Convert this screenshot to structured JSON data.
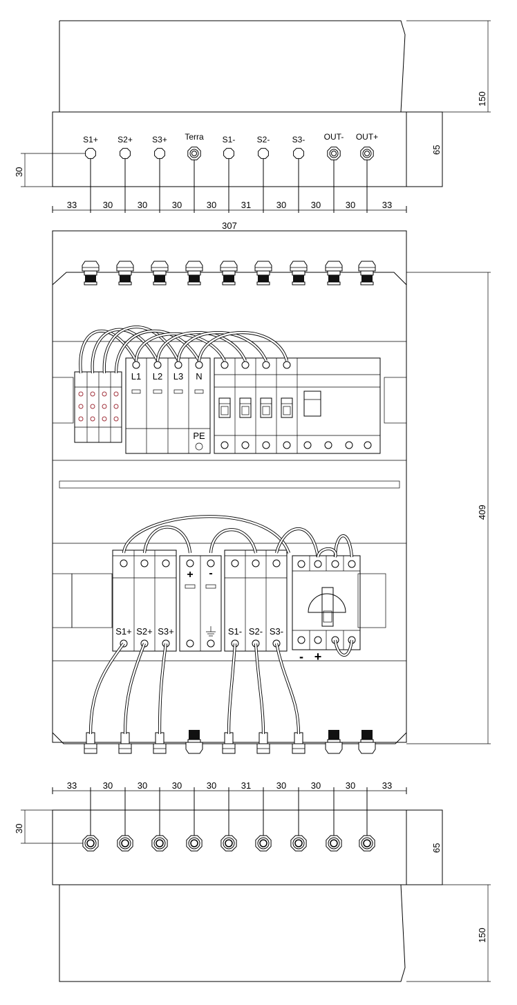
{
  "top_view": {
    "labels": [
      "S1+",
      "S2+",
      "S3+",
      "Terra",
      "S1-",
      "S2-",
      "S3-",
      "OUT-",
      "OUT+"
    ],
    "spacings": [
      "33",
      "30",
      "30",
      "30",
      "30",
      "31",
      "30",
      "30",
      "30",
      "33"
    ],
    "dim_total_height": "150",
    "dim_plate_height": "65",
    "dim_offset": "30",
    "dim_width": "307"
  },
  "front_view": {
    "dim_height": "409",
    "distribution_labels": [
      "L1",
      "L2",
      "L3",
      "N"
    ],
    "pe_label": "PE",
    "spd_dc_labels": [
      "+",
      "-"
    ],
    "pv_pos_labels": [
      "S1+",
      "S2+",
      "S3+"
    ],
    "pv_neg_labels": [
      "S1-",
      "S2-",
      "S3-"
    ],
    "isolator_labels": [
      "-",
      "+"
    ]
  },
  "bottom_view": {
    "spacings": [
      "33",
      "30",
      "30",
      "30",
      "30",
      "31",
      "30",
      "30",
      "30",
      "33"
    ],
    "dim_offset": "30",
    "dim_plate_height": "65",
    "dim_total_height": "150"
  }
}
